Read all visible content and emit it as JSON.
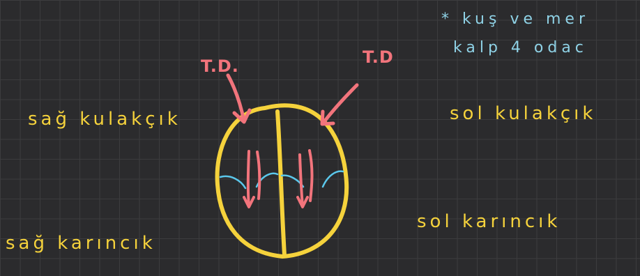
{
  "notes": {
    "line1": "* kuş ve mer",
    "line2": "kalp 4 odac"
  },
  "arrows": {
    "left_label": "T.D.",
    "right_label": "T.D"
  },
  "chambers": {
    "right_atrium": "sağ kulakçık",
    "left_atrium": "sol kulakçık",
    "right_ventricle": "sağ karıncık",
    "left_ventricle": "sol karıncık"
  },
  "colors": {
    "background": "#2b2b2d",
    "grid": "#3c3c3e",
    "heart": "#f5d23c",
    "arrows": "#f2747c",
    "valves": "#5bc8ec",
    "notes": "#8fd2e6"
  }
}
